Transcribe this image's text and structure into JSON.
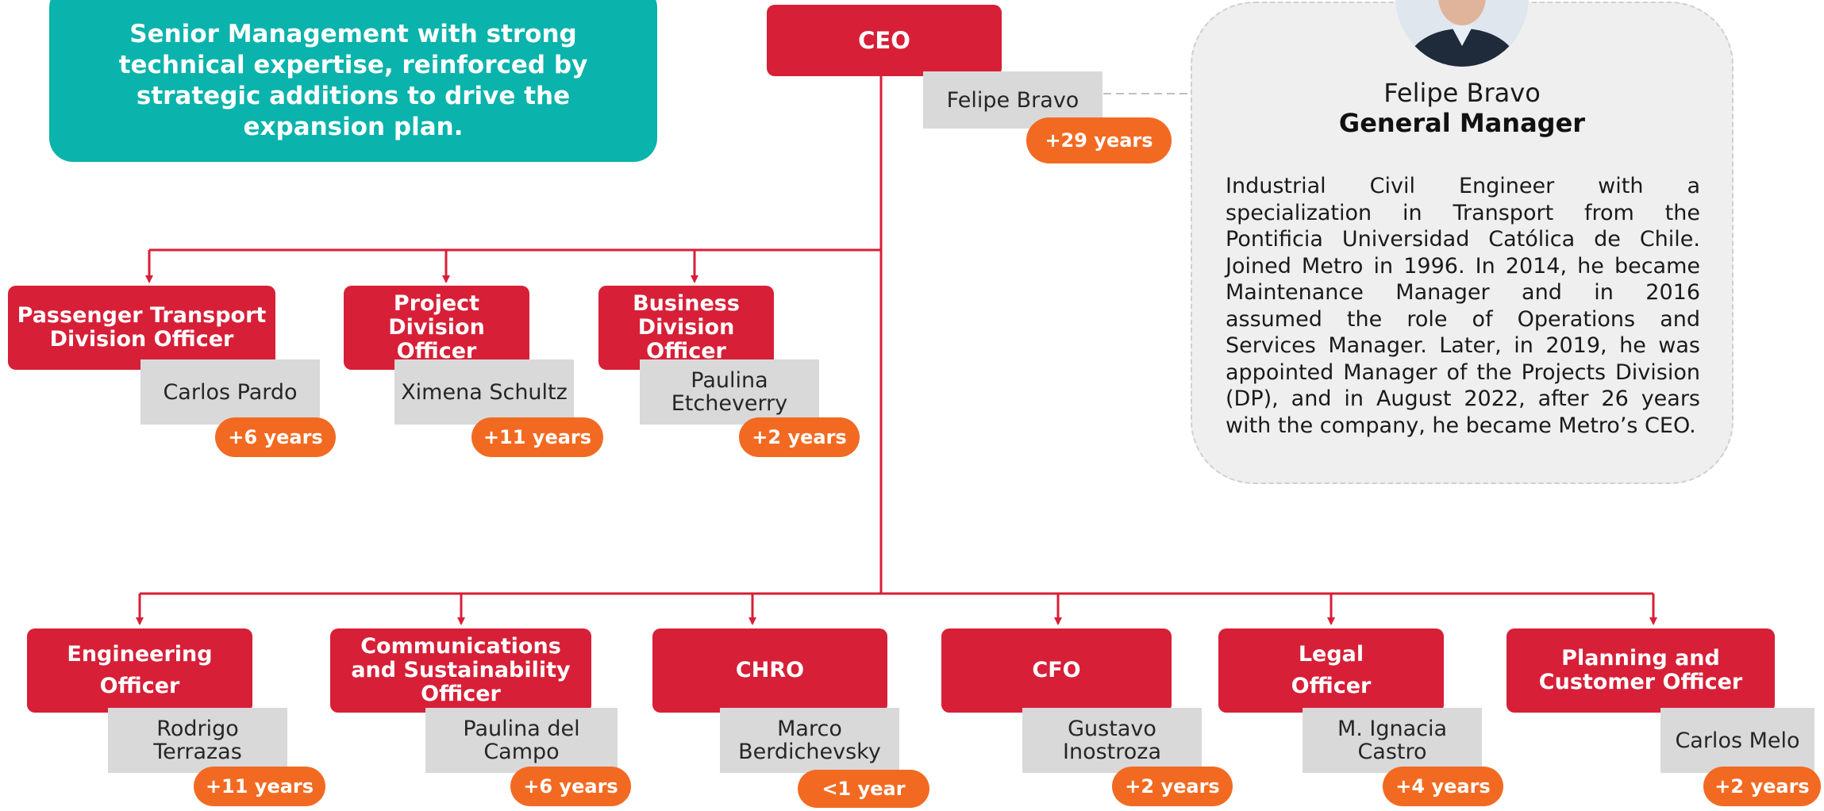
{
  "headline": "Senior Management with strong technical expertise, reinforced by strategic additions to drive the expansion plan.",
  "ceo": {
    "role": "CEO",
    "name": "Felipe Bravo",
    "tenure": "+29 years"
  },
  "bio": {
    "name": "Felipe Bravo",
    "title": "General Manager",
    "text": "Industrial Civil Engineer with a specialization in Transport from the Pontificia Universidad Católica de Chile. Joined Metro in 1996. In 2014, he became Maintenance Manager and in 2016 assumed the role of Operations and Services Manager. Later, in 2019, he was appointed Manager of the Projects Division (DP), and in August 2022, after 26 years with the company, he became Metro’s CEO."
  },
  "divisions": [
    {
      "role": "Passenger Transport Division Officer",
      "name": "Carlos Pardo",
      "tenure": "+6 years"
    },
    {
      "role": "Project Division Officer",
      "name": "Ximena Schultz",
      "tenure": "+11 years"
    },
    {
      "role": "Business Division Officer",
      "name": "Paulina\nEtcheverry",
      "tenure": "+2 years"
    }
  ],
  "officers": [
    {
      "role": "Engineering\nOfficer",
      "name": "Rodrigo Terrazas",
      "tenure": "+11 years"
    },
    {
      "role": "Communications and Sustainability Officer",
      "name": "Paulina del\nCampo",
      "tenure": "+6 years"
    },
    {
      "role": "CHRO",
      "name": "Marco\nBerdichevsky",
      "tenure": "<1 year"
    },
    {
      "role": "CFO",
      "name": "Gustavo\nInostroza",
      "tenure": "+2 years"
    },
    {
      "role": "Legal\nOfficer",
      "name": "M. Ignacia\nCastro",
      "tenure": "+4 years"
    },
    {
      "role": "Planning and Customer Officer",
      "name": "Carlos Melo",
      "tenure": "+2 years"
    }
  ],
  "colors": {
    "role": "#d71f37",
    "tenure": "#f26a22",
    "headline": "#0ab3ab",
    "person": "#d9d9d9"
  }
}
